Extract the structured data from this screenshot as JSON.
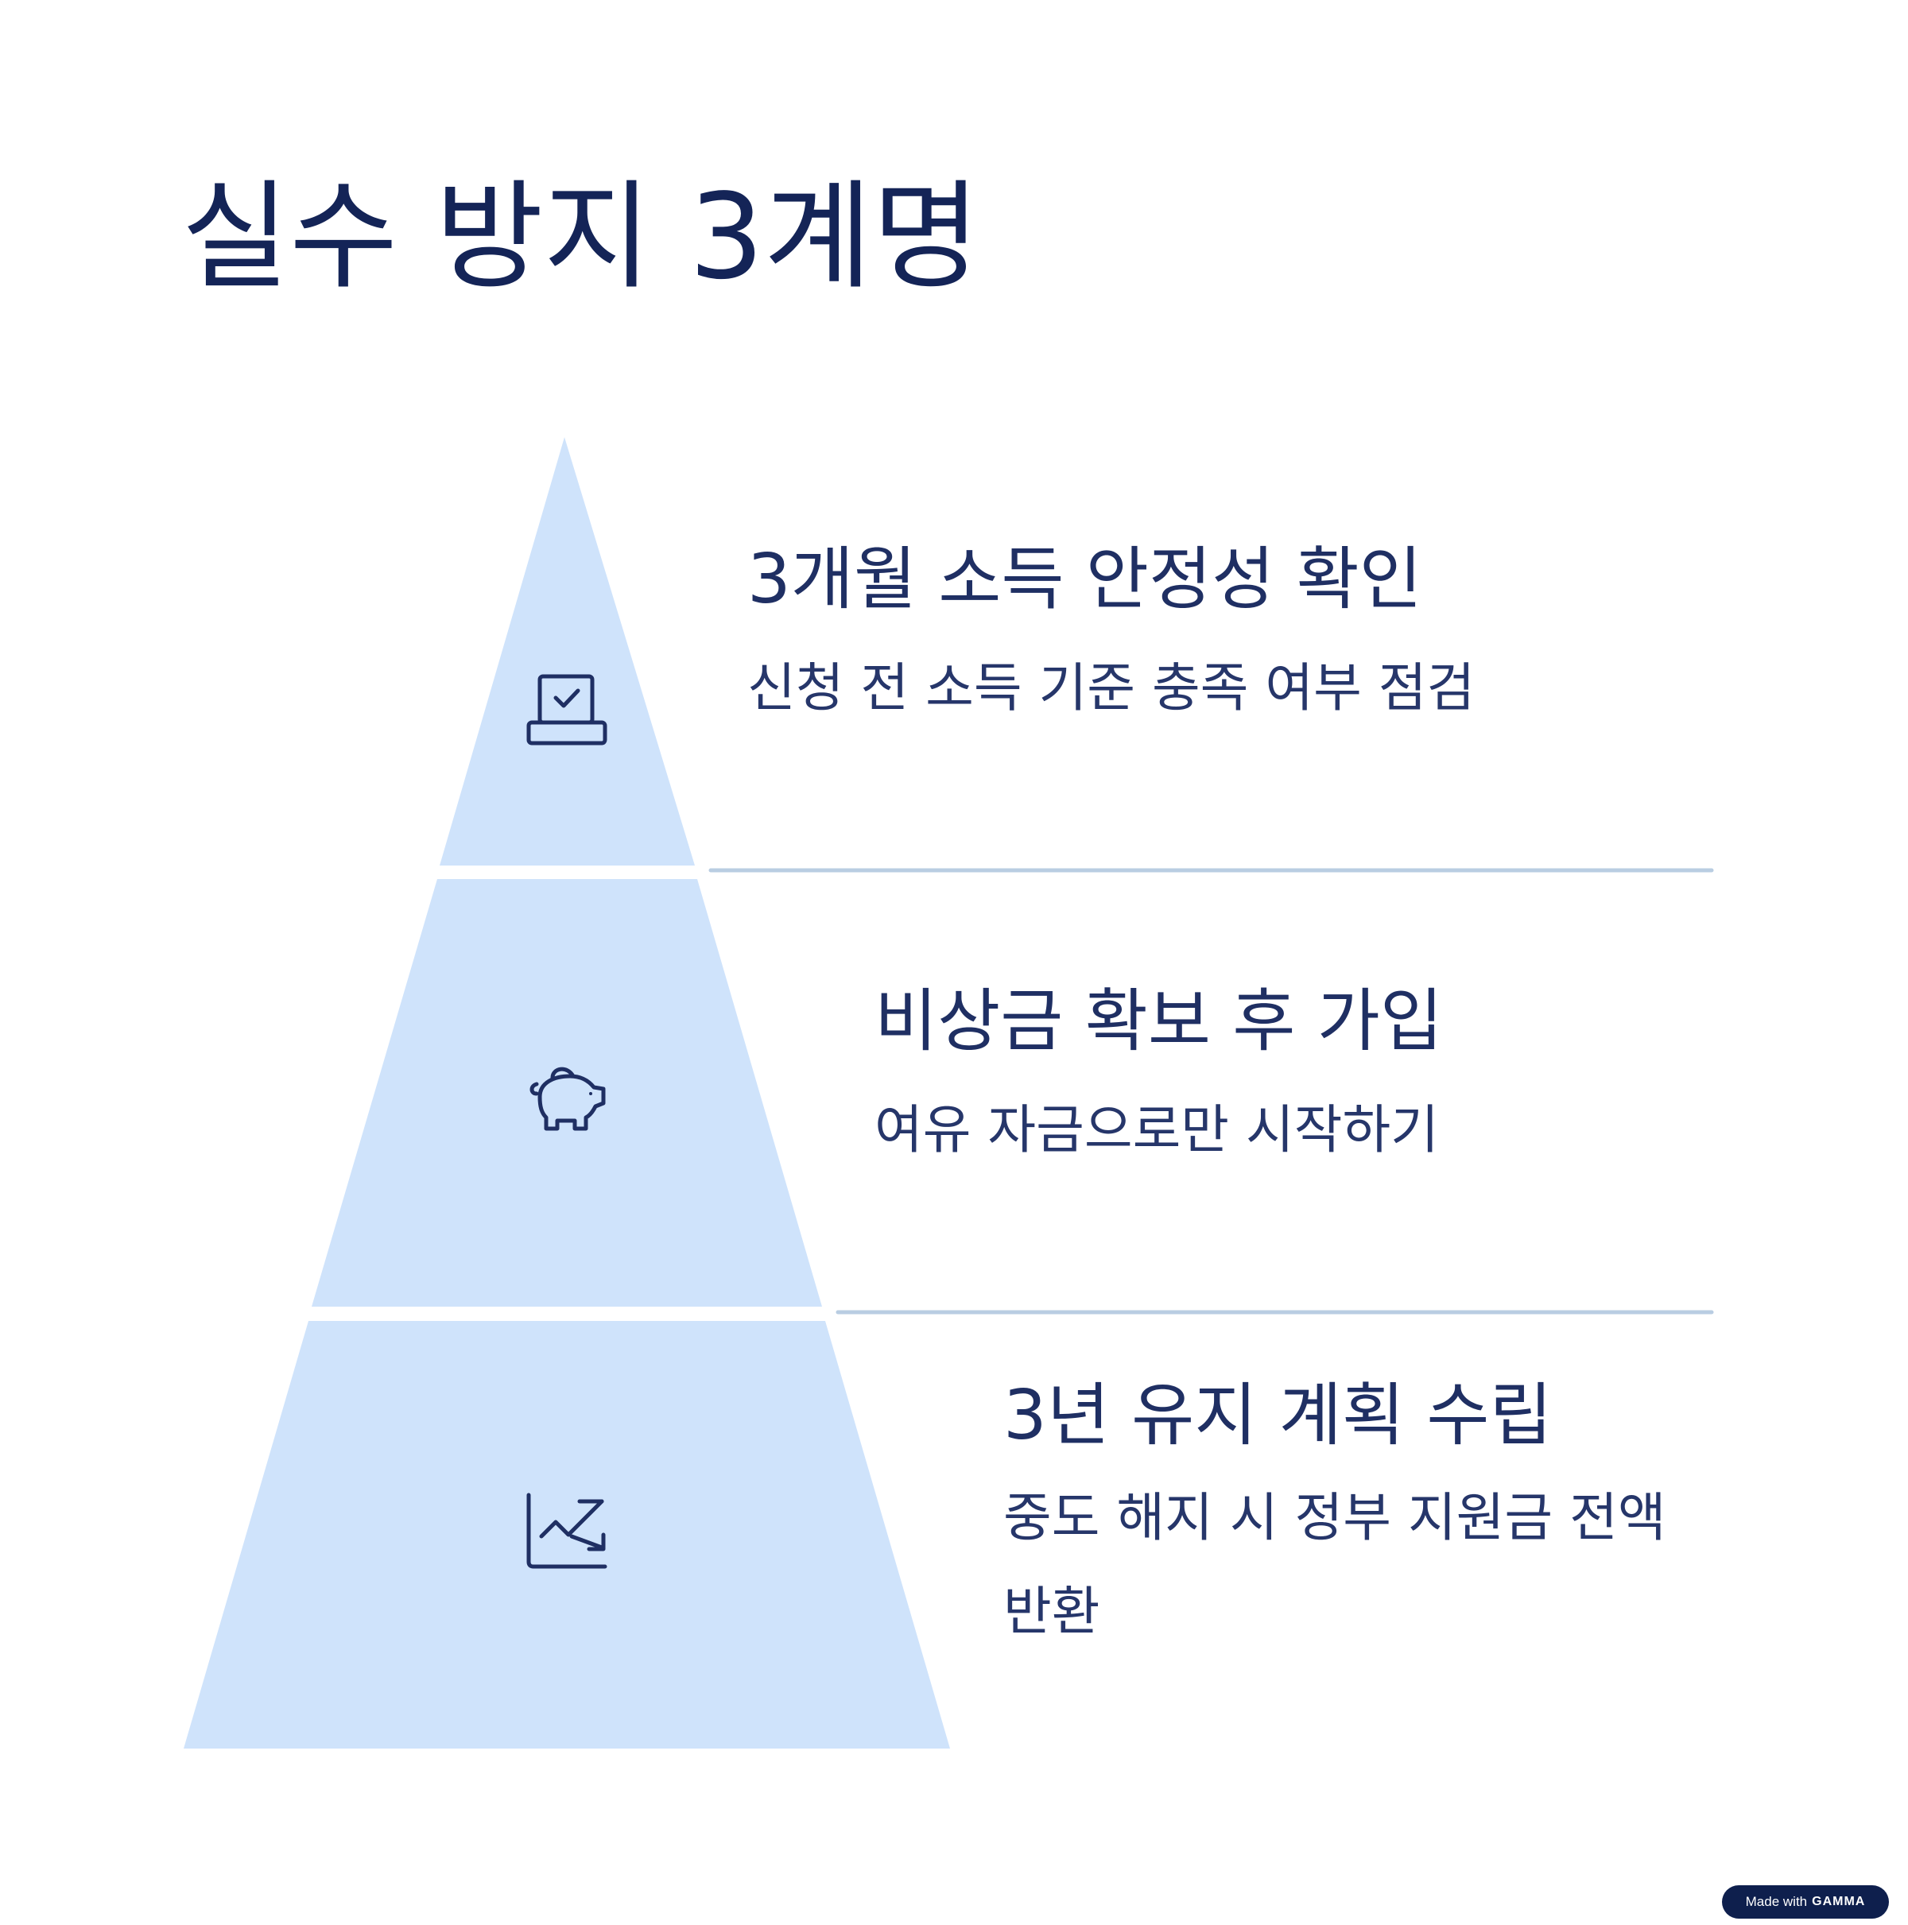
{
  "page": {
    "title": "실수 방지 3계명"
  },
  "steps": [
    {
      "title": "3개월 소득 안정성 확인",
      "description": "신청 전 소득 기준 충족 여부 점검",
      "icon": "laptop-check-icon"
    },
    {
      "title": "비상금 확보 후 가입",
      "description": "여유 자금으로만 시작하기",
      "icon": "piggy-bank-icon"
    },
    {
      "title": "3년 유지 계획 수립",
      "description": "중도 해지 시 정부 지원금 전액 반환",
      "icon": "chart-trend-down-icon"
    }
  ],
  "badge": {
    "prefix": "Made with",
    "brand": "GAMMA"
  },
  "colors": {
    "pyramid_fill": "#cfe3fb",
    "divider": "#b9cde2",
    "text_primary": "#1b2a5e",
    "badge_bg": "#0e1f4d"
  }
}
